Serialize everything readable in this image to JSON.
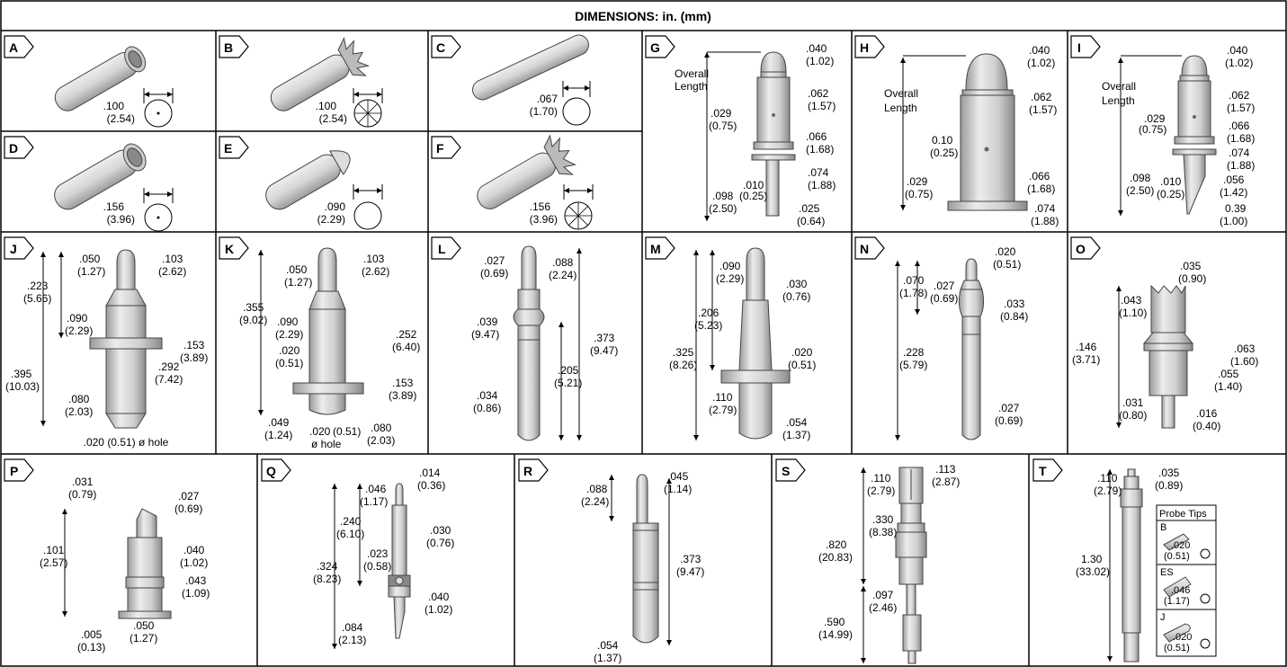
{
  "title": "DIMENSIONS: in. (mm)",
  "panels": {
    "A": {
      "label": "A",
      "d1": ".100",
      "d2": "(2.54)"
    },
    "B": {
      "label": "B",
      "d1": ".100",
      "d2": "(2.54)"
    },
    "C": {
      "label": "C",
      "d1": ".067",
      "d2": "(1.70)"
    },
    "D": {
      "label": "D",
      "d1": ".156",
      "d2": "(3.96)"
    },
    "E": {
      "label": "E",
      "d1": ".090",
      "d2": "(2.29)"
    },
    "F": {
      "label": "F",
      "d1": ".156",
      "d2": "(3.96)"
    },
    "G": {
      "label": "G",
      "overall1": "Overall",
      "overall2": "Length",
      "a1": ".040",
      "a2": "(1.02)",
      "b1": ".062",
      "b2": "(1.57)",
      "c1": ".029",
      "c2": "(0.75)",
      "d1": ".066",
      "d2": "(1.68)",
      "e1": ".074",
      "e2": "(1.88)",
      "f1": ".010",
      "f2": "(0.25)",
      "g1": ".098",
      "g2": "(2.50)",
      "h1": ".025",
      "h2": "(0.64)"
    },
    "H": {
      "label": "H",
      "overall1": "Overall",
      "overall2": "Length",
      "a1": ".040",
      "a2": "(1.02)",
      "b1": ".062",
      "b2": "(1.57)",
      "c1": "0.10",
      "c2": "(0.25)",
      "d1": ".029",
      "d2": "(0.75)",
      "e1": ".066",
      "e2": "(1.68)",
      "f1": ".074",
      "f2": "(1.88)"
    },
    "I": {
      "label": "I",
      "overall1": "Overall",
      "overall2": "Length",
      "a1": ".040",
      "a2": "(1.02)",
      "b1": ".062",
      "b2": "(1.57)",
      "c1": ".029",
      "c2": "(0.75)",
      "d1": ".066",
      "d2": "(1.68)",
      "e1": ".074",
      "e2": "(1.88)",
      "f1": ".098",
      "f2": "(2.50)",
      "g1": ".010",
      "g2": "(0.25)",
      "h1": ".056",
      "h2": "(1.42)",
      "i1": "0.39",
      "i2": "(1.00)"
    },
    "J": {
      "label": "J",
      "a1": ".050",
      "a2": "(1.27)",
      "b1": ".103",
      "b2": "(2.62)",
      "c1": ".223",
      "c2": "(5.66)",
      "d1": ".090",
      "d2": "(2.29)",
      "e1": ".153",
      "e2": "(3.89)",
      "f1": ".395",
      "f2": "(10.03)",
      "g1": ".292",
      "g2": "(7.42)",
      "h1": ".080",
      "h2": "(2.03)",
      "hole": ".020 (0.51) ø hole"
    },
    "K": {
      "label": "K",
      "a1": ".050",
      "a2": "(1.27)",
      "b1": ".103",
      "b2": "(2.62)",
      "c1": ".355",
      "c2": "(9.02)",
      "d1": ".090",
      "d2": "(2.29)",
      "e1": ".252",
      "e2": "(6.40)",
      "f1": ".020",
      "f2": "(0.51)",
      "g1": ".153",
      "g2": "(3.89)",
      "h1": ".049",
      "h2": "(1.24)",
      "i1": ".020",
      "i2": "(0.51)",
      "j1": ".080",
      "j2": "(2.03)",
      "hole": "ø hole"
    },
    "L": {
      "label": "L",
      "a1": ".027",
      "a2": "(0.69)",
      "b1": ".088",
      "b2": "(2.24)",
      "c1": ".039",
      "c2": "(9.47)",
      "d1": ".373",
      "d2": "(9.47)",
      "e1": ".205",
      "e2": "(5.21)",
      "f1": ".034",
      "f2": "(0.86)"
    },
    "M": {
      "label": "M",
      "a1": ".090",
      "a2": "(2.29)",
      "b1": ".030",
      "b2": "(0.76)",
      "c1": ".206",
      "c2": "(5.23)",
      "d1": ".325",
      "d2": "(8.26)",
      "e1": ".020",
      "e2": "(0.51)",
      "f1": ".110",
      "f2": "(2.79)",
      "g1": ".054",
      "g2": "(1.37)"
    },
    "N": {
      "label": "N",
      "a1": ".020",
      "a2": "(0.51)",
      "b1": ".070",
      "b2": "(1.78)",
      "c1": ".027",
      "c2": "(0.69)",
      "d1": ".033",
      "d2": "(0.84)",
      "e1": ".228",
      "e2": "(5.79)",
      "f1": ".027",
      "f2": "(0.69)"
    },
    "O": {
      "label": "O",
      "a1": ".035",
      "a2": "(0.90)",
      "b1": ".043",
      "b2": "(1.10)",
      "c1": ".146",
      "c2": "(3.71)",
      "d1": ".063",
      "d2": "(1.60)",
      "e1": ".055",
      "e2": "(1.40)",
      "f1": ".031",
      "f2": "(0.80)",
      "g1": ".016",
      "g2": "(0.40)"
    },
    "P": {
      "label": "P",
      "a1": ".031",
      "a2": "(0.79)",
      "b1": ".027",
      "b2": "(0.69)",
      "c1": ".101",
      "c2": "(2.57)",
      "d1": ".040",
      "d2": "(1.02)",
      "e1": ".043",
      "e2": "(1.09)",
      "f1": ".005",
      "f2": "(0.13)",
      "g1": ".050",
      "g2": "(1.27)"
    },
    "Q": {
      "label": "Q",
      "a1": ".014",
      "a2": "(0.36)",
      "b1": ".046",
      "b2": "(1.17)",
      "c1": ".240",
      "c2": "(6.10)",
      "d1": ".030",
      "d2": "(0.76)",
      "e1": ".023",
      "e2": "(0.58)",
      "f1": ".324",
      "f2": "(8.23)",
      "g1": ".040",
      "g2": "(1.02)",
      "h1": ".084",
      "h2": "(2.13)"
    },
    "R": {
      "label": "R",
      "a1": ".088",
      "a2": "(2.24)",
      "b1": ".045",
      "b2": "(1.14)",
      "c1": ".373",
      "c2": "(9.47)",
      "d1": ".054",
      "d2": "(1.37)"
    },
    "S": {
      "label": "S",
      "a1": ".110",
      "a2": "(2.79)",
      "b1": ".113",
      "b2": "(2.87)",
      "c1": ".330",
      "c2": "(8.38)",
      "d1": ".820",
      "d2": "(20.83)",
      "e1": ".097",
      "e2": "(2.46)",
      "f1": ".590",
      "f2": "(14.99)"
    },
    "T": {
      "label": "T",
      "a1": ".110",
      "a2": "(2.79)",
      "b1": ".035",
      "b2": "(0.89)",
      "c1": "1.30",
      "c2": "(33.02)",
      "tips": "Probe Tips",
      "t1": "B",
      "t1a": ".020",
      "t1b": "(0.51)",
      "t2": "ES",
      "t2a": ".046",
      "t2b": "(1.17)",
      "t3": "J",
      "t3a": ".020",
      "t3b": "(0.51)"
    }
  }
}
